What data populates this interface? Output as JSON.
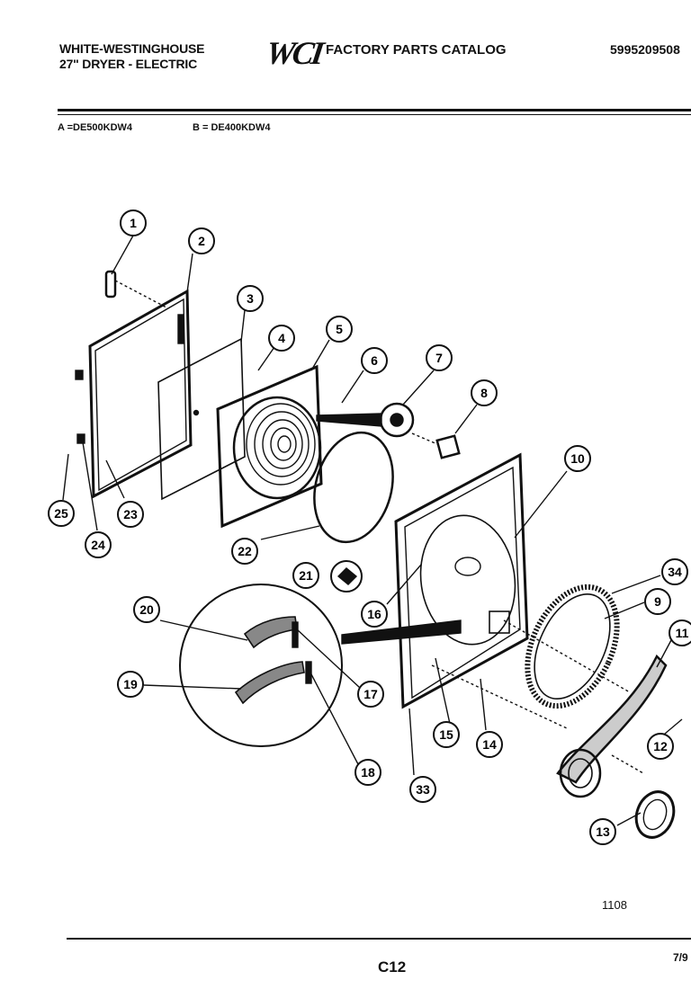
{
  "header": {
    "brand": "WHITE-WESTINGHOUSE",
    "product": "27\" DRYER - ELECTRIC",
    "logo_text": "WCI",
    "catalog_title": "FACTORY PARTS CATALOG",
    "part_number": "5995209508"
  },
  "models": {
    "a": "A =DE500KDW4",
    "b": "B = DE400KDW4"
  },
  "footer": {
    "figure_number": "1108",
    "page_number": "C12",
    "date": "7/9"
  },
  "callouts": [
    "1",
    "2",
    "3",
    "4",
    "5",
    "6",
    "7",
    "8",
    "9",
    "10",
    "11",
    "12",
    "13",
    "14",
    "15",
    "16",
    "17",
    "18",
    "19",
    "20",
    "21",
    "22",
    "23",
    "24",
    "25",
    "33",
    "34"
  ],
  "colors": {
    "ink": "#111111",
    "paper": "#ffffff"
  }
}
